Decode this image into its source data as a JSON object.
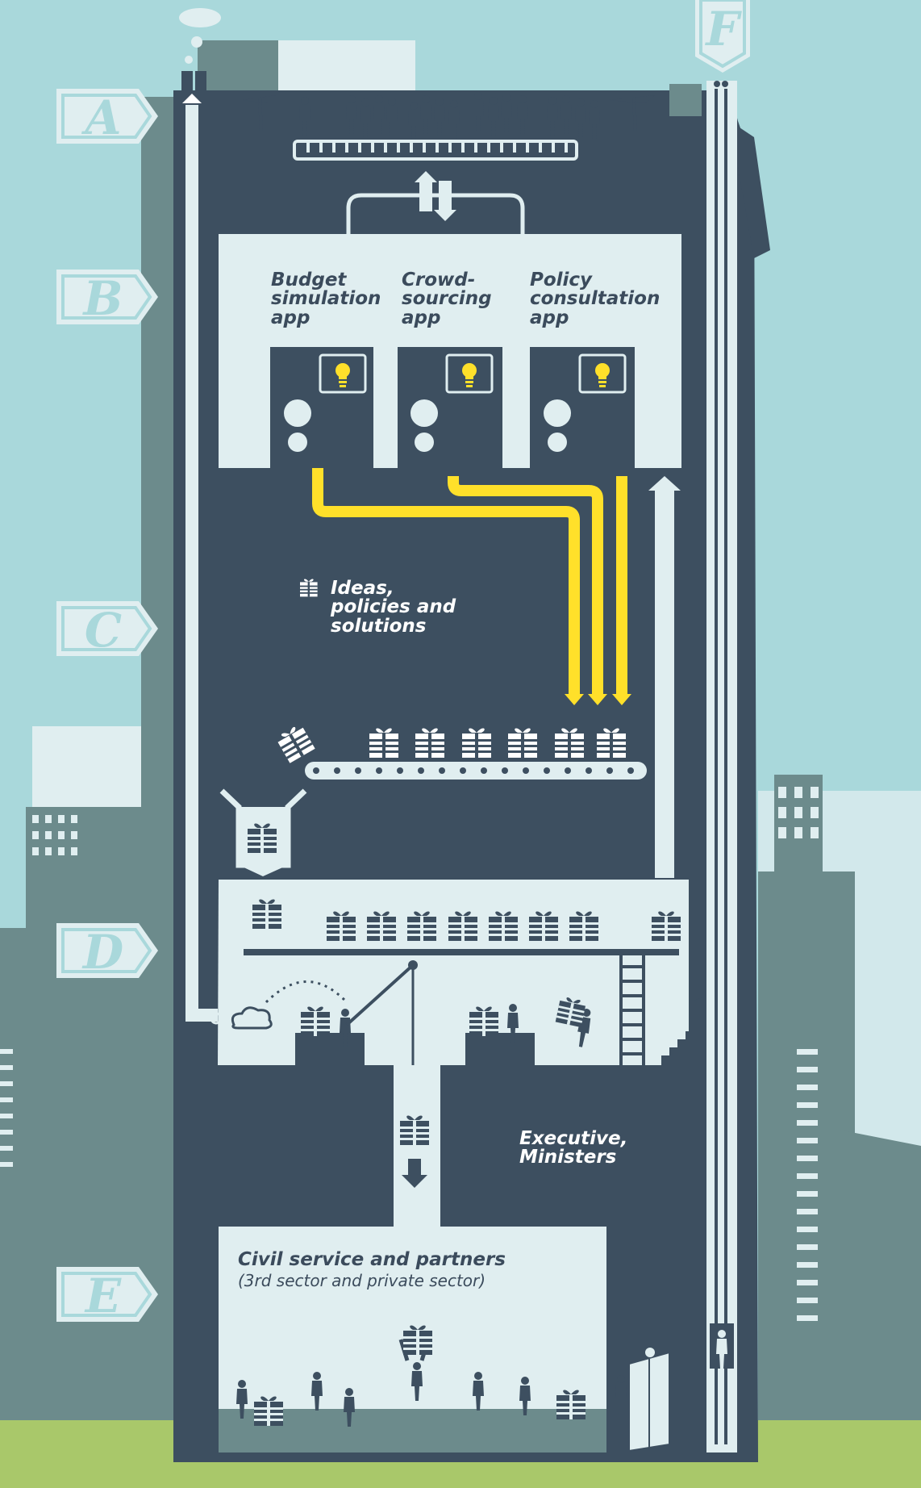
{
  "floor_markers": [
    "A",
    "B",
    "C",
    "D",
    "E",
    "F"
  ],
  "apps": [
    {
      "line1": "Budget",
      "line2": "simulation",
      "line3": "app"
    },
    {
      "line1": "Crowd-",
      "line2": "sourcing",
      "line3": "app"
    },
    {
      "line1": "Policy",
      "line2": "consultation",
      "line3": "app"
    }
  ],
  "ideas": {
    "line1": "Ideas,",
    "line2": "policies and",
    "line3": "solutions"
  },
  "executive": {
    "line1": "Executive,",
    "line2": "Ministers"
  },
  "civil_service": {
    "title": "Civil service and partners",
    "subtitle": "(3rd sector and private sector)"
  },
  "colors": {
    "sky": "#a9d8db",
    "building": "#3d4f60",
    "panel": "#e0eef0",
    "accent_yellow": "#ffe02a",
    "grass": "#a9c86a",
    "background_towers": "#6c8b8c",
    "marker": "#a9d8db"
  },
  "icons": [
    "lightbulb-icon",
    "gift-icon",
    "arrow-icon",
    "cloud-icon",
    "person-icon"
  ]
}
